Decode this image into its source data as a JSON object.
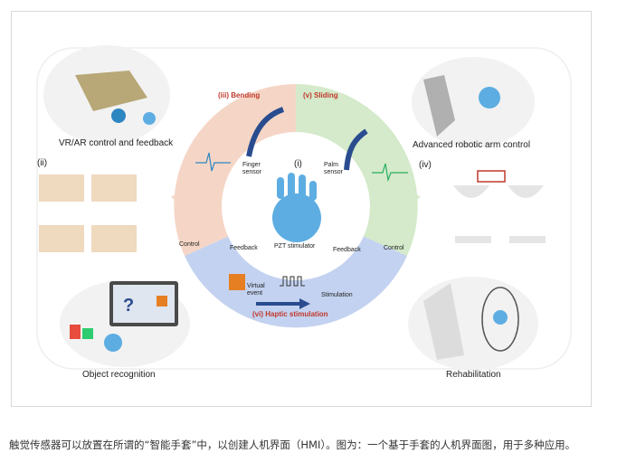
{
  "figure": {
    "vr_ar_label": "VR/AR control and feedback",
    "robotic_arm_label": "Advanced robotic arm control",
    "object_recognition_label": "Object recognition",
    "rehabilitation_label": "Rehabilitation",
    "panel_ii": "(ii)",
    "panel_i": "(i)",
    "panel_iv": "(iv)",
    "bending_label": "(iii) Bending",
    "sliding_label": "(v) Sliding",
    "haptic_label": "(vi) Haptic stimulation",
    "finger_sensor_label": "Finger sensor",
    "palm_sensor_label": "Palm sensor",
    "pzt_stimulator_label": "PZT stimulator",
    "control_left": "Control",
    "feedback_left": "Feedback",
    "feedback_right": "Feedback",
    "control_right": "Control",
    "virtual_event_label": "Virtual event",
    "stimulation_label": "Stimulation",
    "colors": {
      "bending": "#f2c9b4",
      "sliding": "#c9e3bd",
      "haptic": "#b9c9ee",
      "title_red": "#c0392b",
      "arrow_blue": "#2a4c8f"
    }
  },
  "caption": "触觉传感器可以放置在所谓的“智能手套”中，以创建人机界面（HMI）。图为：一个基于手套的人机界面图，用于多种应用。"
}
